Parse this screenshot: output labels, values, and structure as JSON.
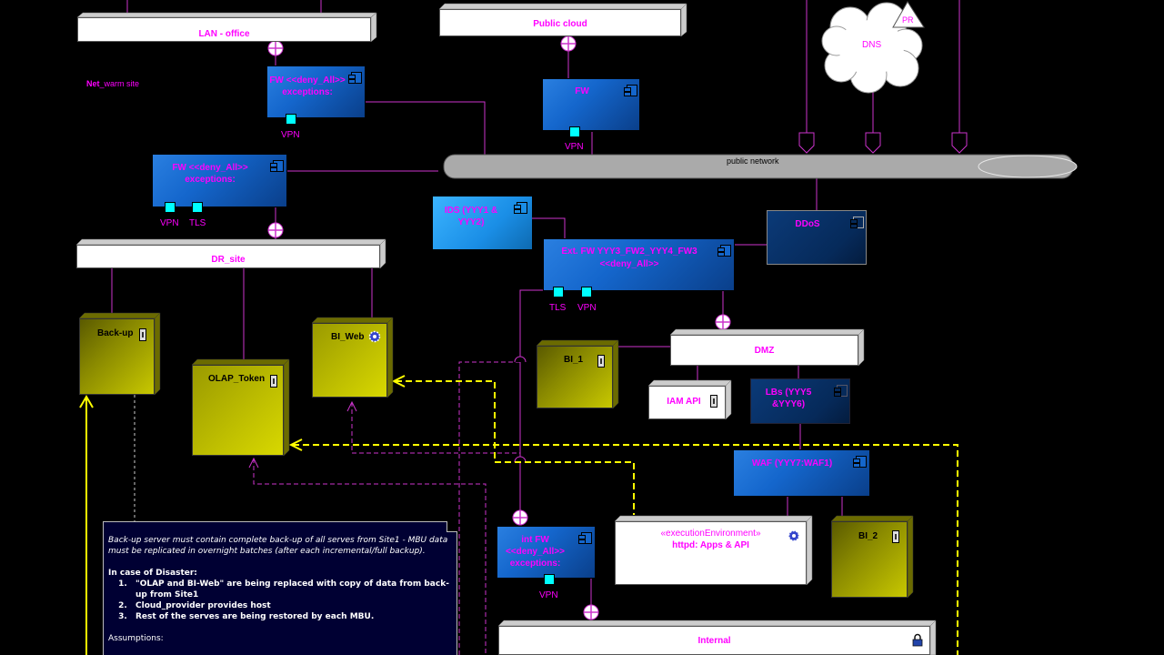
{
  "nodes": {
    "lan_office": "LAN - office",
    "public_cloud": "Public cloud",
    "dns": "DNS",
    "dns_badge": "PR",
    "net_warm_site_prefix": "Net",
    "net_warm_site_suffix": "_warm site",
    "fw_office": "FW <<deny_All>>\nexceptions:",
    "fw_cloud": "FW",
    "fw_warm": "FW <<deny_All>>\nexceptions:",
    "public_network": "public network",
    "ids": "IDS (YYY1 &\nYYY2)",
    "ext_fw": "Ext. FW YYY3_FW2_YYY4_FW3\n<<deny_All>>",
    "ddos": "DDoS",
    "dr_site": "DR_site",
    "backup": "Back-up",
    "olap_token": "OLAP_Token",
    "bi_web": "BI_Web",
    "bi_1": "BI_1",
    "dmz": "DMZ",
    "iam_api": "IAM API",
    "lbs": "LBs (YYY5\n&YYY6)",
    "waf": "WAF (YYY7:WAF1)",
    "int_fw": "int FW\n<<deny_All>>\nexceptions:",
    "exec_env_stereotype": "«executionEnvironment»",
    "exec_env_name": "httpd: Apps & API",
    "bi_2": "BI_2",
    "internal": "Internal"
  },
  "ports": {
    "vpn": "VPN",
    "tls": "TLS"
  },
  "note": {
    "intro": "Back-up server must contain complete back-up of all serves from Site1 - MBU data must be replicated in overnight batches (after each incremental/full backup).",
    "heading": "In case of Disaster:",
    "items": [
      "\"OLAP and BI-Web\" are being replaced with copy of data from back-up from Site1",
      "Cloud_provider provides host",
      "Rest of the serves are being restored by each MBU."
    ],
    "assumptions": "Assumptions:"
  },
  "colors": {
    "background": "#000000",
    "label": "#ff00ff",
    "connector": "#cc33cc",
    "port": "#00ffff",
    "highlight_line": "#ffff00"
  }
}
